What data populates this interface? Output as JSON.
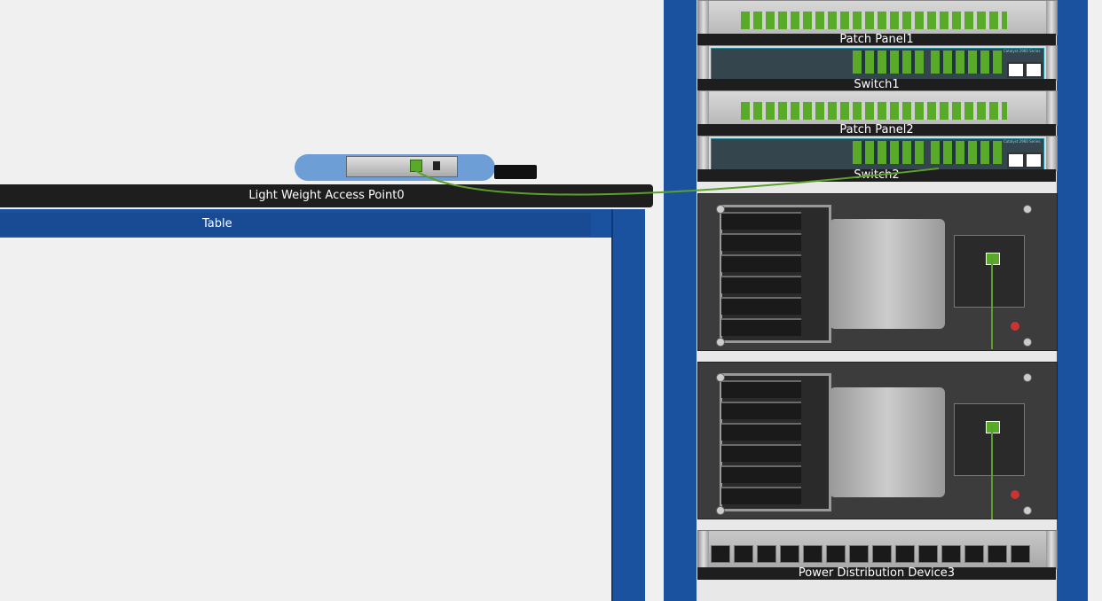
{
  "devices": {
    "access_point": {
      "label": "Light Weight Access Point0"
    },
    "table": {
      "label": "Table"
    },
    "patch_panel_1": {
      "label": "Patch Panel1"
    },
    "switch_1": {
      "label": "Switch1",
      "brand": "Catalyst 2960 Series"
    },
    "patch_panel_2": {
      "label": "Patch Panel2"
    },
    "switch_2": {
      "label": "Switch2",
      "brand": "Catalyst 2960 Series"
    },
    "pdu": {
      "label": "Power Distribution Device3"
    }
  },
  "colors": {
    "rack_blue": "#1a52a0",
    "cable_green": "#5aa02a",
    "label_bar": "#1e1e1e",
    "background": "#f0f0f0"
  }
}
